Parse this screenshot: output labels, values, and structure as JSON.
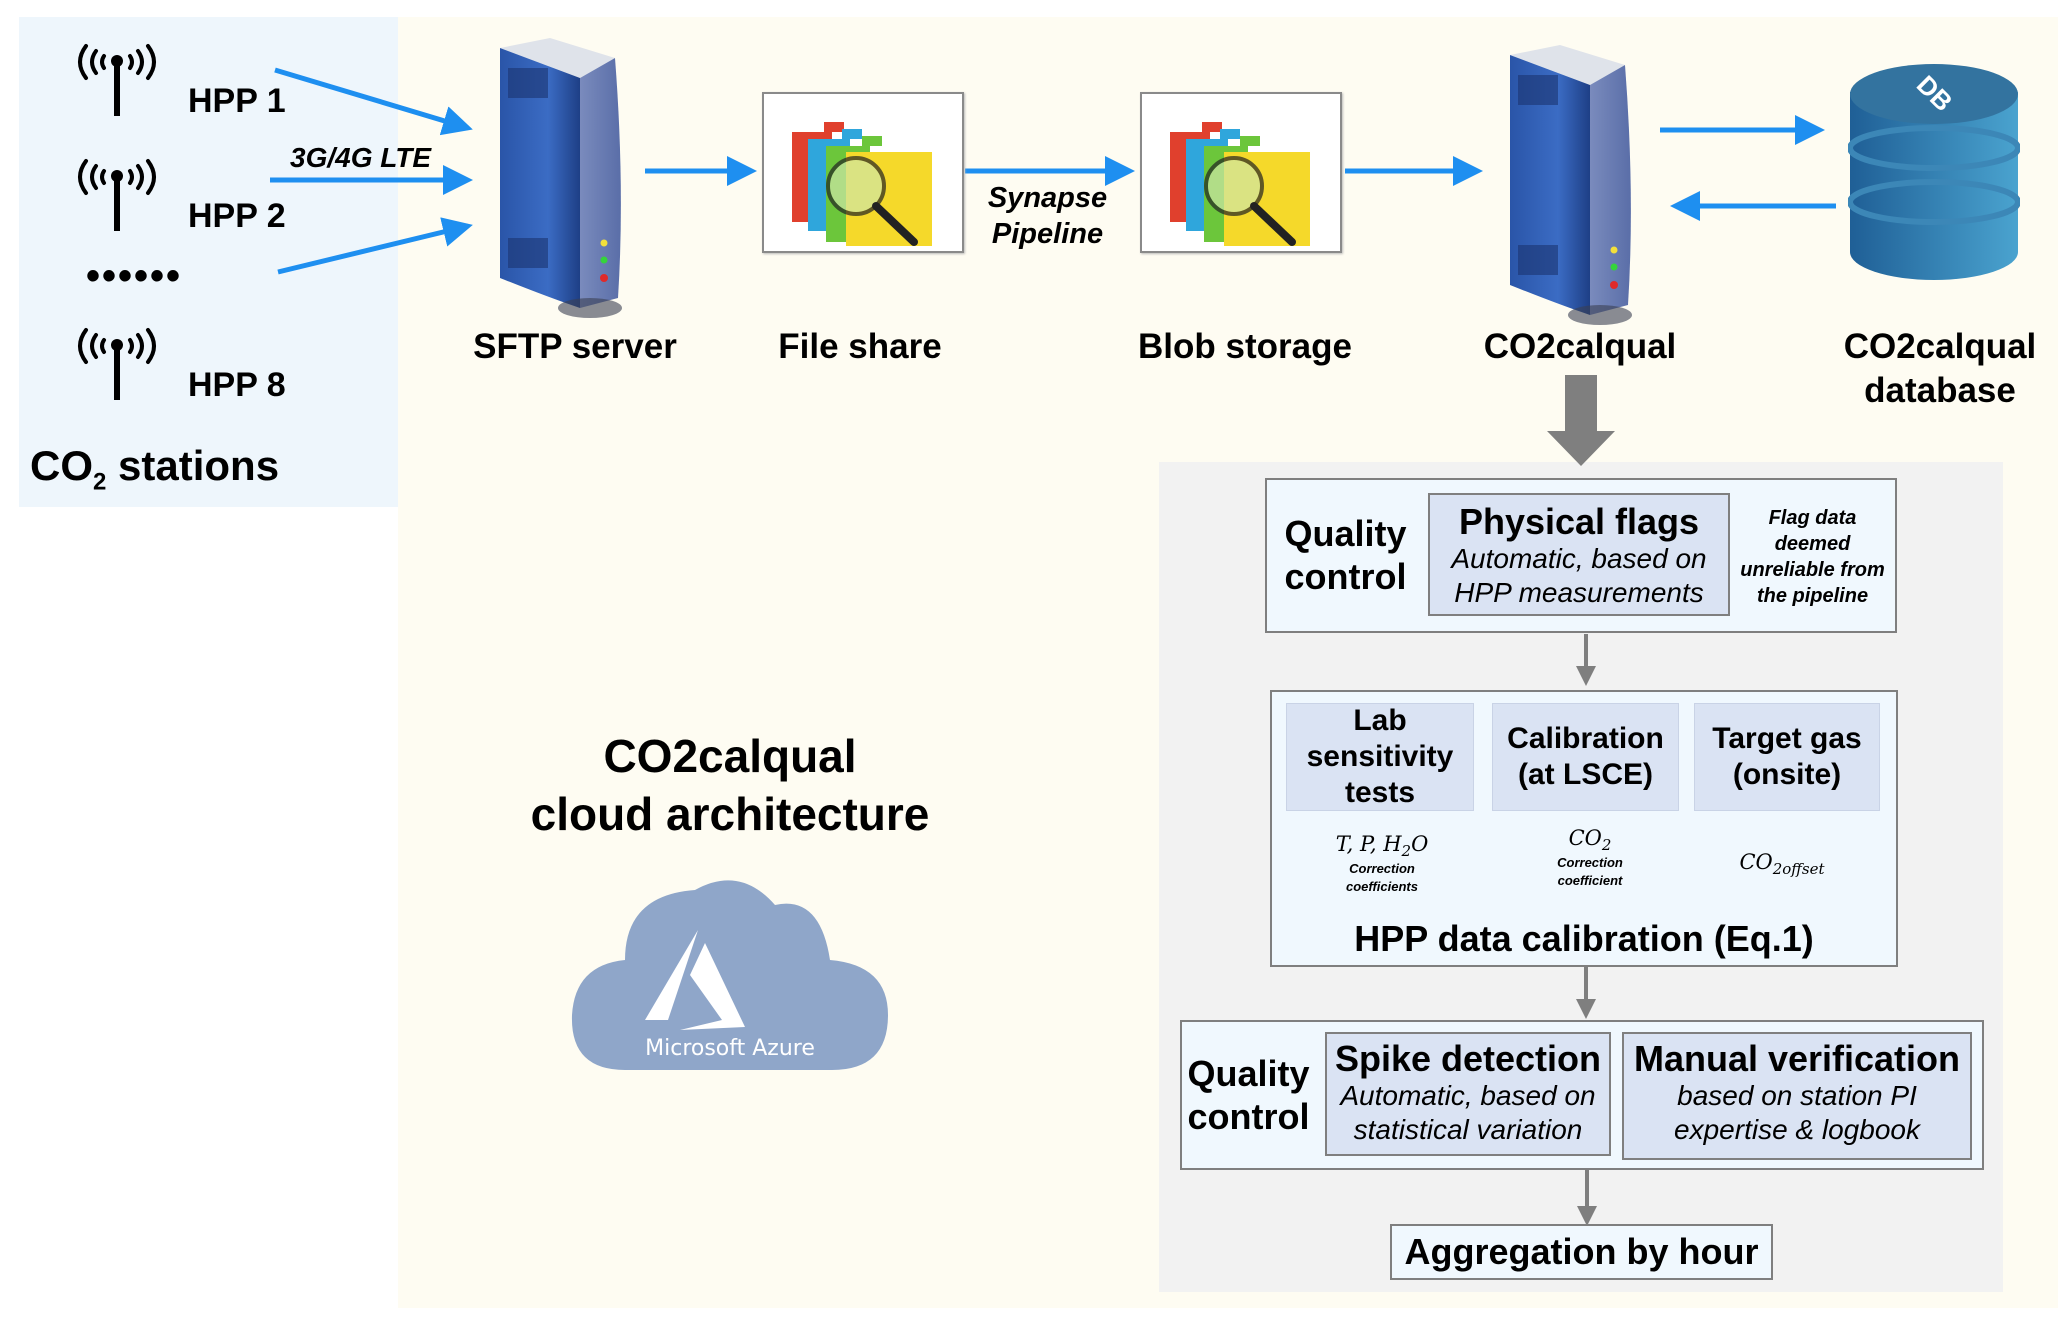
{
  "stations": {
    "items": [
      {
        "label": "HPP 1",
        "icon": "antenna-icon"
      },
      {
        "label": "HPP 2",
        "icon": "antenna-icon"
      },
      {
        "label": "HPP 8",
        "icon": "antenna-icon"
      }
    ],
    "ellipsis": "••••••",
    "title_prefix": "CO",
    "title_sub": "2",
    "title_suffix": " stations",
    "link_label": "3G/4G LTE"
  },
  "flow": {
    "nodes": [
      {
        "label": "SFTP server",
        "icon": "server-icon"
      },
      {
        "label": "File share",
        "icon": "folder-search-icon"
      },
      {
        "label": "Blob storage",
        "icon": "folder-search-icon"
      },
      {
        "label": "CO2calqual",
        "icon": "server-icon"
      },
      {
        "label_line1": "CO2calqual",
        "label_line2": "database",
        "icon": "database-icon",
        "db_text": "DB"
      }
    ],
    "pipeline_label_line1": "Synapse",
    "pipeline_label_line2": "Pipeline"
  },
  "architecture": {
    "title_line1": "CO2calqual",
    "title_line2": "cloud architecture",
    "cloud_label": "Microsoft Azure"
  },
  "pipeline": {
    "qc1": {
      "label_line1": "Quality",
      "label_line2": "control",
      "title": "Physical flags",
      "sub_line1": "Automatic, based on",
      "sub_line2": "HPP measurements",
      "note_lines": [
        "Flag data",
        "deemed",
        "unreliable from",
        "the pipeline"
      ]
    },
    "calibration": {
      "sources": [
        {
          "lines": [
            "Lab",
            "sensitivity",
            "tests"
          ]
        },
        {
          "lines": [
            "Calibration",
            "(at LSCE)"
          ]
        },
        {
          "lines": [
            "Target gas",
            "(onsite)"
          ]
        }
      ],
      "inputs": [
        {
          "math": "T, P, H",
          "math_sub": "2",
          "math_tail": "O",
          "note_line1": "Correction",
          "note_line2": "coefficients"
        },
        {
          "math": "CO",
          "math_sub": "2",
          "math_tail": "",
          "note_line1": "Correction",
          "note_line2": "coefficient"
        },
        {
          "math": "CO",
          "math_sub": "2offset",
          "math_tail": "",
          "note_line1": "",
          "note_line2": ""
        }
      ],
      "title": "HPP data calibration (Eq.1)"
    },
    "qc2": {
      "label_line1": "Quality",
      "label_line2": "control",
      "spike_title": "Spike detection",
      "spike_sub_line1": "Automatic, based on",
      "spike_sub_line2": "statistical variation",
      "manual_title": "Manual verification",
      "manual_sub_line1": "based on station PI",
      "manual_sub_line2": "expertise & logbook"
    },
    "aggregation": "Aggregation by hour"
  },
  "colors": {
    "flow_arrow": "#1e8ff0",
    "pipeline_arrow": "#7f7f7f",
    "server_blue": "#2f5fb3",
    "db_blue": "#2f7bb0",
    "cloud": "#8fa6c9"
  }
}
